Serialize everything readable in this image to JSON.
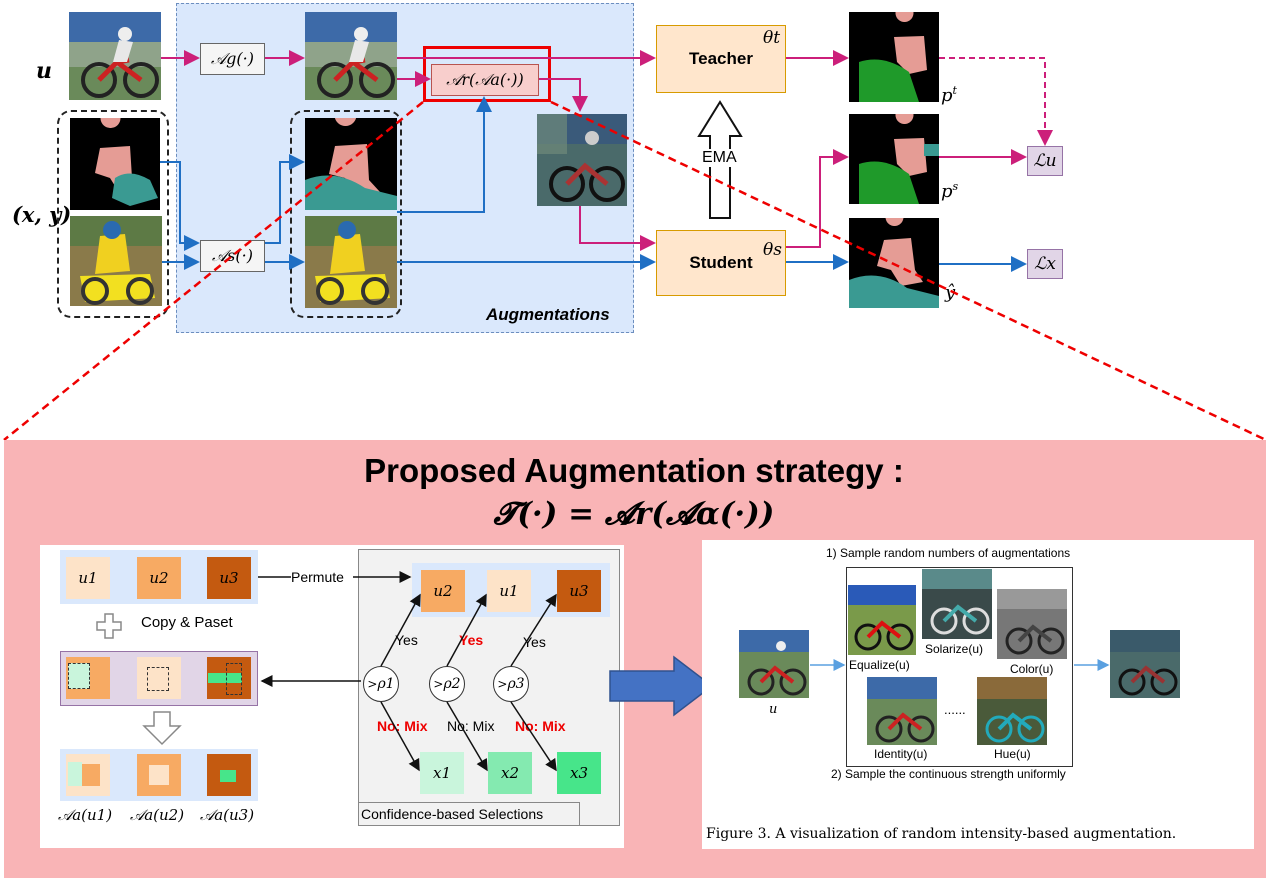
{
  "colors": {
    "magenta_arrow": "#cc1f7a",
    "blue_arrow": "#1f6fc4",
    "augmentation_region": "#dae8fc",
    "network_box": "#ffe6cc",
    "loss_box": "#e1d5e7",
    "panel_pink": "#f9b4b6",
    "highlight_red": "#e00000",
    "u1_color": "#fde3c8",
    "u2_color": "#f7aa63",
    "u3_color": "#c45a10",
    "x_green": "#47e58a"
  },
  "top": {
    "input_u_label": "u",
    "input_xy_label": "(x, y)",
    "ag_label": "𝒜g(·)",
    "ar_label": "𝒜r(𝒜a(·))",
    "as_label": "𝒜s(·)",
    "teacher_label": "Teacher",
    "teacher_theta": "θt",
    "student_label": "Student",
    "student_theta": "θs",
    "ema_label": "EMA",
    "pt_label": "pt",
    "ps_label": "ps",
    "yhat_label": "ŷ",
    "loss_u_label": "ℒu",
    "loss_x_label": "ℒx",
    "augmentations_label": "Augmentations"
  },
  "panel": {
    "title": "Proposed Augmentation strategy :",
    "formula": "𝓣(·) = 𝓐r(𝓐α(·))"
  },
  "left_card": {
    "u_labels": [
      "u1",
      "u2",
      "u3"
    ],
    "permute_label": "Permute",
    "permuted_labels": [
      "u2",
      "u1",
      "u3"
    ],
    "copy_paste_label": "Copy & Paset",
    "rho_labels": [
      "ρ1",
      "ρ2",
      "ρ3"
    ],
    "yes_labels": [
      "Yes",
      "Yes",
      "Yes"
    ],
    "no_labels": [
      "No: Mix",
      "No: Mix",
      "No: Mix"
    ],
    "x_labels": [
      "x1",
      "x2",
      "x3"
    ],
    "aa_labels": [
      "𝒜a(u1)",
      "𝒜a(u2)",
      "𝒜a(u3)"
    ],
    "confidence_label": "Confidence-based Selections"
  },
  "right_card": {
    "step1": "1) Sample random numbers of augmentations",
    "step2": "2) Sample the continuous strength uniformly",
    "u_label": "u",
    "aug_names": [
      "Equalize(u)",
      "Solarize(u)",
      "Color(u)",
      "Identity(u)",
      "Hue(u)"
    ],
    "ellipsis": "......",
    "caption": "Figure 3.  A visualization of random intensity-based augmentation."
  }
}
